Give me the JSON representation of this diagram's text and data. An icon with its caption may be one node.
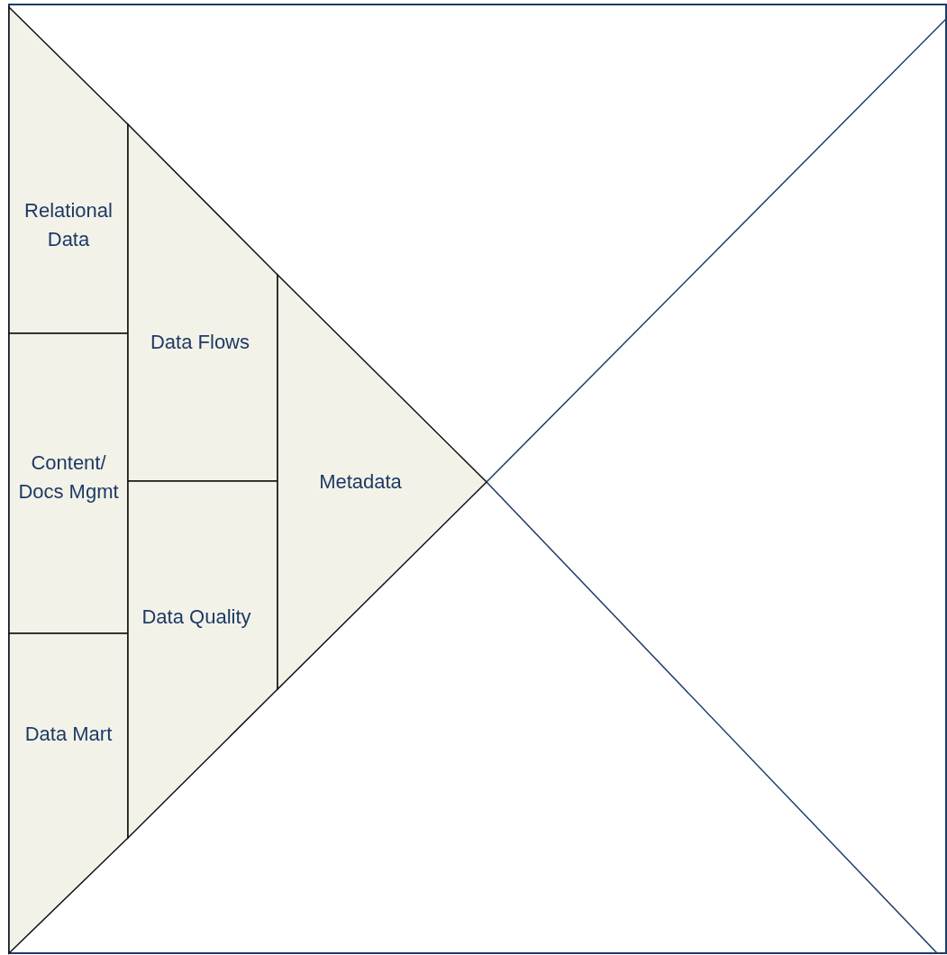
{
  "diagram": {
    "nodes": [
      {
        "text": [
          "Relational Data"
        ]
      },
      {
        "text": [
          "Content/ Docs Mgmt"
        ]
      },
      {
        "text": [
          "Data Mart"
        ]
      },
      {
        "text": [
          "Data Flows"
        ]
      },
      {
        "text": [
          "Data Quality"
        ]
      },
      {
        "text": [
          "Metadata"
        ]
      }
    ]
  }
}
